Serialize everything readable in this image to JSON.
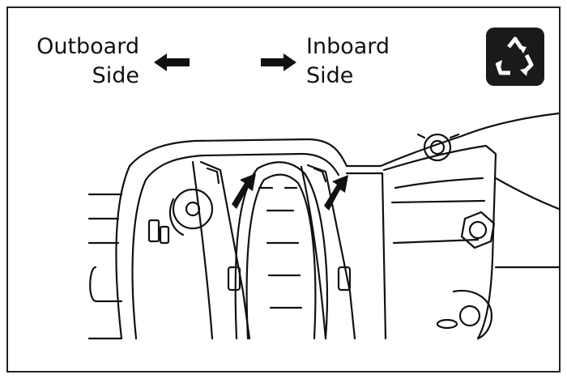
{
  "labels": {
    "outboard_line1": "Outboard",
    "outboard_line2": "Side",
    "inboard_line1": "Inboard",
    "inboard_line2": "Side"
  },
  "icons": {
    "recycle": "recycle-icon",
    "left_arrow": "arrow-left-icon",
    "right_arrow": "arrow-right-icon",
    "pointer_arrow": "arrow-up-right-icon"
  },
  "colors": {
    "ink": "#111111",
    "badge": "#1a1a1a",
    "background": "#ffffff"
  }
}
